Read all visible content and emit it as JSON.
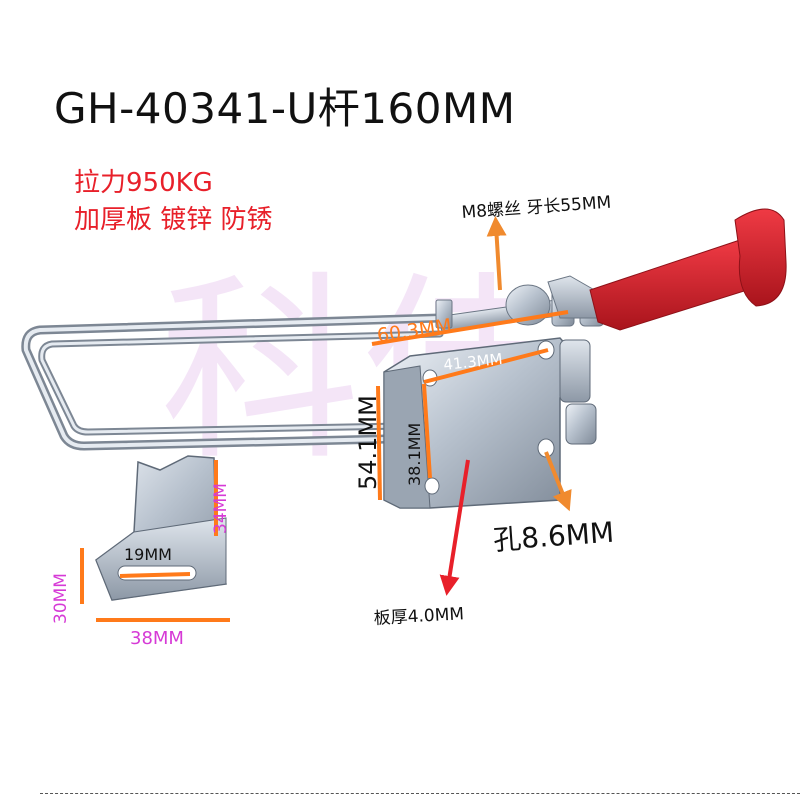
{
  "title": "GH-40341-U杆160MM",
  "specs": [
    "拉力950KG",
    "加厚板 镀锌 防锈"
  ],
  "annotations": {
    "thread": "M8螺丝 牙长55MM",
    "hole_spacing_top": "60.3MM",
    "hole_spacing_plate": "41.3MM",
    "height_outer": "54.1MM",
    "height_inner": "38.1MM",
    "hole": "孔8.6MM",
    "plate_thickness": "板厚4.0MM",
    "catch_slot": "19MM",
    "catch_height": "34MM",
    "catch_side": "30MM",
    "catch_width": "38MM"
  },
  "watermark": "科佳",
  "colors": {
    "handle_red": "#d6202a",
    "steel": "#b9c3cf",
    "arrow_red": "#e8202a",
    "arrow_orange": "#f08a2e",
    "dim_magenta": "#d63ad6",
    "dim_orange": "#ff7a1a"
  }
}
